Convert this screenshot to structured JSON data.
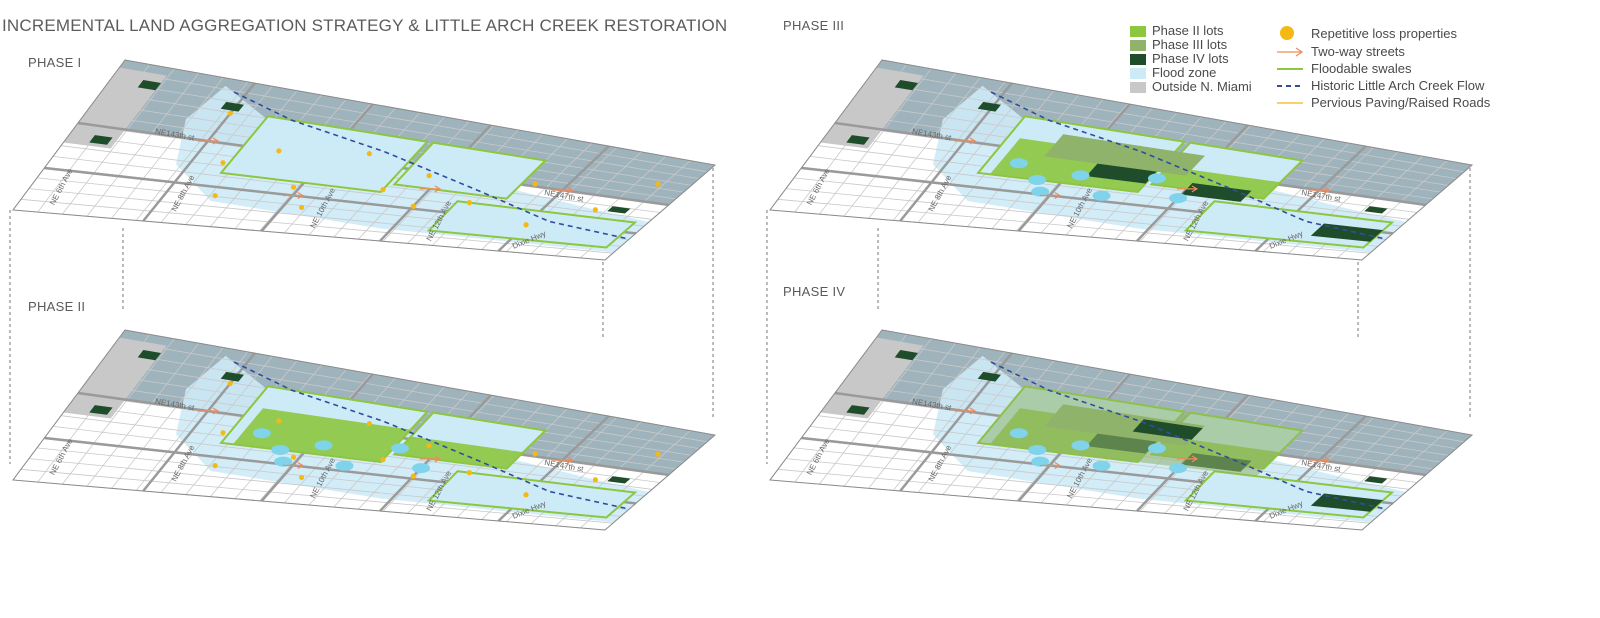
{
  "title": "INCREMENTAL LAND AGGREGATION STRATEGY & LITTLE ARCH CREEK RESTORATION",
  "phases": [
    {
      "id": "phase-1",
      "label": "PHASE I",
      "stage": 1
    },
    {
      "id": "phase-2",
      "label": "PHASE II",
      "stage": 2
    },
    {
      "id": "phase-3",
      "label": "PHASE III",
      "stage": 3
    },
    {
      "id": "phase-4",
      "label": "PHASE IV",
      "stage": 4
    }
  ],
  "streets": {
    "ne143": "NE143th st",
    "ne147": "NE147th st",
    "dixie": "Dixie Hwy",
    "ave_a": "NE 6th Ave",
    "ave_b": "NE 8th Ave",
    "ave_c": "NE 10th Ave",
    "ave_d": "NE 12th Ave"
  },
  "legend": {
    "left": [
      {
        "label": "Phase II lots",
        "color": "#8dc63f",
        "icon": "swatch"
      },
      {
        "label": "Phase III lots",
        "color": "#8fb36a",
        "icon": "swatch"
      },
      {
        "label": "Phase IV lots",
        "color": "#1f4d2b",
        "icon": "swatch"
      },
      {
        "label": "Flood zone",
        "color": "#cdeaf7",
        "icon": "swatch"
      },
      {
        "label": "Outside N. Miami",
        "color": "#c8c8c8",
        "icon": "swatch"
      }
    ],
    "right": [
      {
        "label": "Repetitive loss properties",
        "color": "#f5b914",
        "icon": "dot"
      },
      {
        "label": "Two-way streets",
        "color": "#f08a5a",
        "icon": "arrow"
      },
      {
        "label": "Floodable swales",
        "color": "#8dc63f",
        "icon": "line"
      },
      {
        "label": "Historic Little Arch Creek Flow",
        "color": "#2f4e9e",
        "icon": "dashed-line"
      },
      {
        "label": "Pervious Paving/Raised Roads",
        "color": "#f7d26b",
        "icon": "line"
      }
    ]
  },
  "colors": {
    "outside_area": "#9fb3bc",
    "grid_line": "#c9c9c9",
    "flood_zone": "#cdeaf7",
    "phase2_lots": "#8dc63f",
    "phase3_lots": "#8fb36a",
    "phase4_lots": "#1f4d2b",
    "swale": "#8dc63f",
    "creek": "#2f4e9e",
    "loss_property": "#f5b914",
    "street_arrow": "#f08a5a",
    "water": "#7fd3ea"
  }
}
